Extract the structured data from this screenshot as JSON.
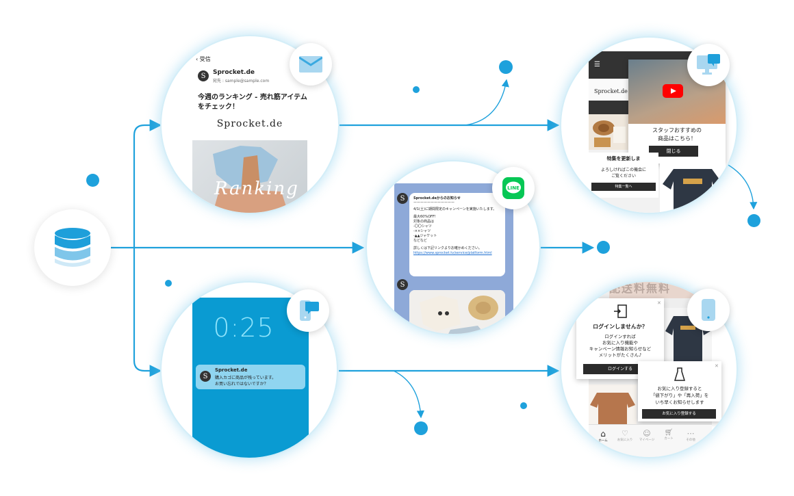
{
  "email": {
    "back_label": "受信",
    "sender": "Sprocket.de",
    "to_label": "宛先 : sample@sample.com",
    "subject_line1": "今週のランキング - 売れ筋アイテム",
    "subject_line2": "をチェック！",
    "logo": "Sprocket.de",
    "banner_text": "Ranking"
  },
  "line": {
    "msg_title": "Sprocket.deからのお知らせ",
    "msg_rule": "ーーーーーーーーーーーー",
    "msg_body1": "4/1(土)に期間限定のキャンペーンを実施いたします。",
    "msg_body2": "最大60%OFF!",
    "msg_body3": "対象の商品は",
    "msg_body4": "-〇〇シャツ",
    "msg_body5": "-××シャツ",
    "msg_body6": "-▲▲ジャケット",
    "msg_body7": "などなど",
    "msg_body8": "詳しくは下記リンクよりお確かめください。",
    "msg_link": "https://www.sprocket.tv/service/platform.html",
    "logo_text": "LINE"
  },
  "push": {
    "time": "0:25",
    "sender": "Sprocket.de",
    "line1": "購入カゴに商品が残っています。",
    "line2": "お買い忘れではないですか？"
  },
  "web": {
    "logo": "Sprocket.de",
    "popup_title_line1": "スタッフおすすめの",
    "popup_title_line2": "商品はこちら！",
    "close_button": "閉じる",
    "feature_heading": "特集を更新しま",
    "feature_body1": "よろしければこの機会に",
    "feature_body2": "ご覧ください",
    "feature_button": "特集一覧へ"
  },
  "app": {
    "header_text": "配送料無料",
    "login_title": "ログインしませんか？",
    "login_body1": "ログインすれば",
    "login_body2": "お気に入り機能や",
    "login_body3": "キャンペーン情報お知らせなど",
    "login_body4": "メリットがたくさん♪",
    "login_button": "ログインする",
    "fav_body1": "お気に入り登録すると",
    "fav_body2": "「値下がり」や「再入荷」を",
    "fav_body3": "いち早くお知らせします",
    "fav_button": "お気に入り登録する",
    "nav_home": "ホーム",
    "nav_fav": "お気に入り",
    "nav_mypage": "マイページ",
    "nav_cart": "カート",
    "nav_more": "その他"
  },
  "colors": {
    "accent": "#1ea1dc",
    "push_bg": "#0a9bd2",
    "line_bg": "#8ea9d8",
    "line_green": "#06c755",
    "youtube_red": "#ff0000"
  },
  "icons": {
    "database": "database-icon",
    "email": "envelope-icon",
    "line": "line-logo-icon",
    "push": "push-notification-icon",
    "web": "desktop-monitor-icon",
    "app": "smartphone-icon"
  }
}
